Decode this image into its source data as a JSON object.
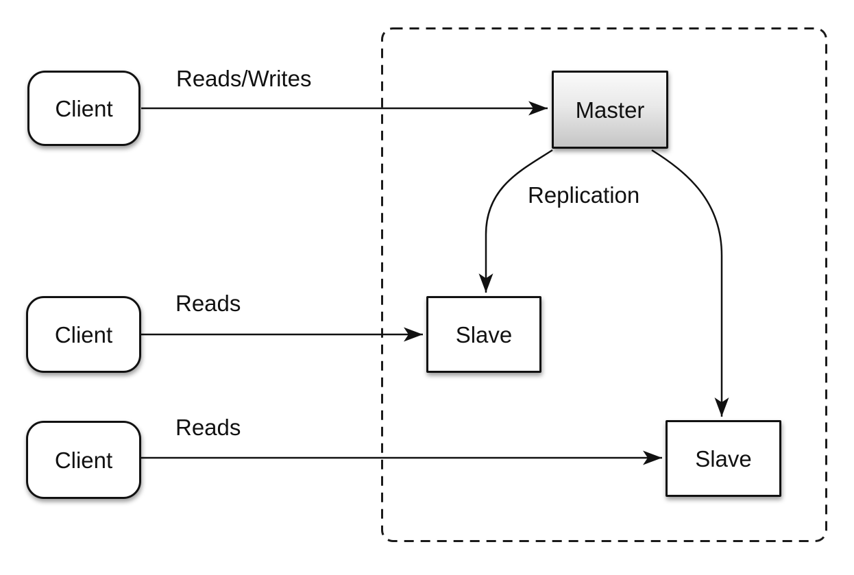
{
  "nodes": {
    "client_top": {
      "label": "Client"
    },
    "client_middle": {
      "label": "Client"
    },
    "client_bottom": {
      "label": "Client"
    },
    "master": {
      "label": "Master"
    },
    "slave_left": {
      "label": "Slave"
    },
    "slave_right": {
      "label": "Slave"
    }
  },
  "edge_labels": {
    "reads_writes": "Reads/Writes",
    "reads_middle": "Reads",
    "reads_bottom": "Reads",
    "replication": "Replication"
  },
  "colors": {
    "background": "#ffffff",
    "stroke": "#111111",
    "node_fill": "#ffffff",
    "master_gradient_top": "#fafafa",
    "master_gradient_bottom": "#c5c5c5"
  }
}
